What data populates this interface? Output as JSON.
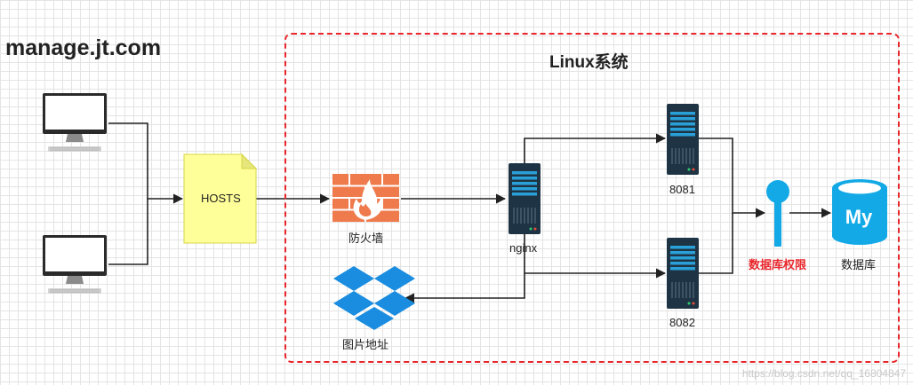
{
  "title": "manage.jt.com",
  "linux": {
    "title": "Linux系统"
  },
  "nodes": {
    "hosts": "HOSTS",
    "firewall": "防火墙",
    "nginx": "nginx",
    "server1": "8081",
    "server2": "8082",
    "images": "图片地址",
    "db_permission": "数据库权限",
    "database": "数据库",
    "mysql_logo": "My"
  },
  "watermark": "https://blog.csdn.net/qq_16804847",
  "colors": {
    "boundary": "#e8262b",
    "firewall": "#f08050",
    "server": "#1e3444",
    "mysql": "#1ba1e2",
    "note": "#ffff99"
  }
}
